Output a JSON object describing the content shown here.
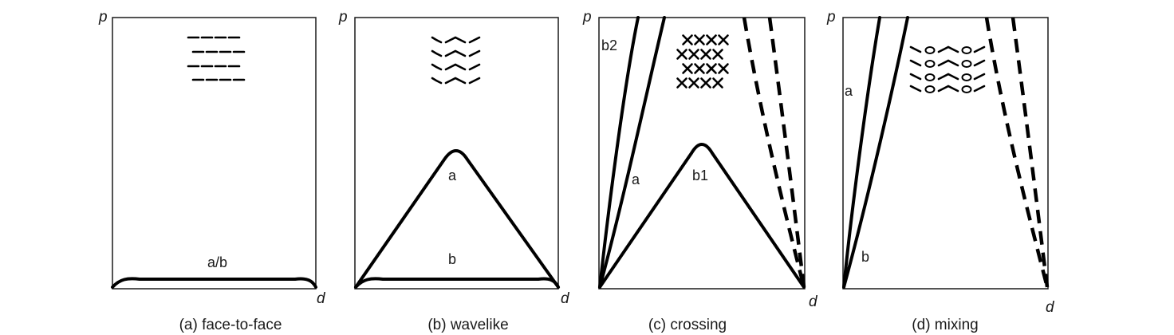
{
  "axis": {
    "y": "p",
    "x": "d"
  },
  "panels": [
    {
      "id": "a",
      "caption": "(a) face-to-face",
      "labels": [
        "a/b"
      ],
      "packing_icon": "face-to-face-stacking-icon"
    },
    {
      "id": "b",
      "caption": "(b) wavelike",
      "labels": [
        "a",
        "b"
      ],
      "packing_icon": "wavelike-stacking-icon"
    },
    {
      "id": "c",
      "caption": "(c) crossing",
      "labels": [
        "b2",
        "a",
        "b1"
      ],
      "packing_icon": "crossing-stacking-icon"
    },
    {
      "id": "d",
      "caption": "(d) mixing",
      "labels": [
        "a",
        "b"
      ],
      "packing_icon": "mixing-stacking-icon"
    }
  ],
  "line_styles": {
    "solid": "#000000",
    "dashed": "#000000",
    "frame": "#1a1a1a"
  }
}
